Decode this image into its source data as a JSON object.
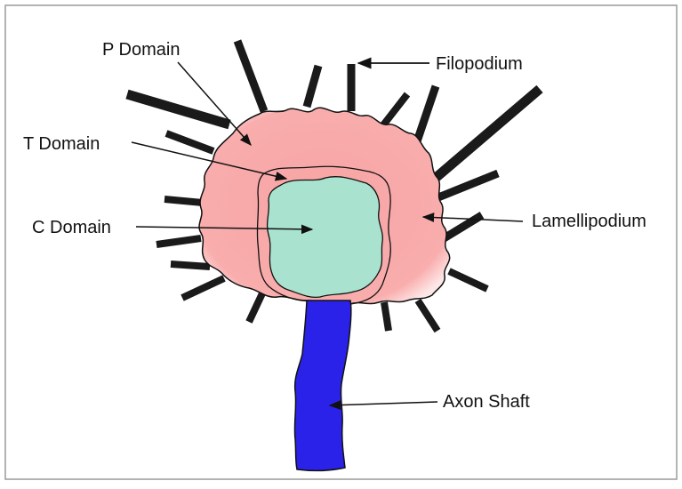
{
  "diagram": {
    "labels": {
      "p_domain": "P Domain",
      "t_domain": "T Domain",
      "c_domain": "C Domain",
      "filopodium": "Filopodium",
      "lamellipodium": "Lamellipodium",
      "axon_shaft": "Axon Shaft"
    },
    "colors": {
      "p_domain": "#f7a3a3",
      "c_domain": "#a9e3cf",
      "axon": "#2a22e8",
      "filopodia": "#1a1a1a",
      "outline": "#111111",
      "border": "#9a9a9a"
    }
  }
}
